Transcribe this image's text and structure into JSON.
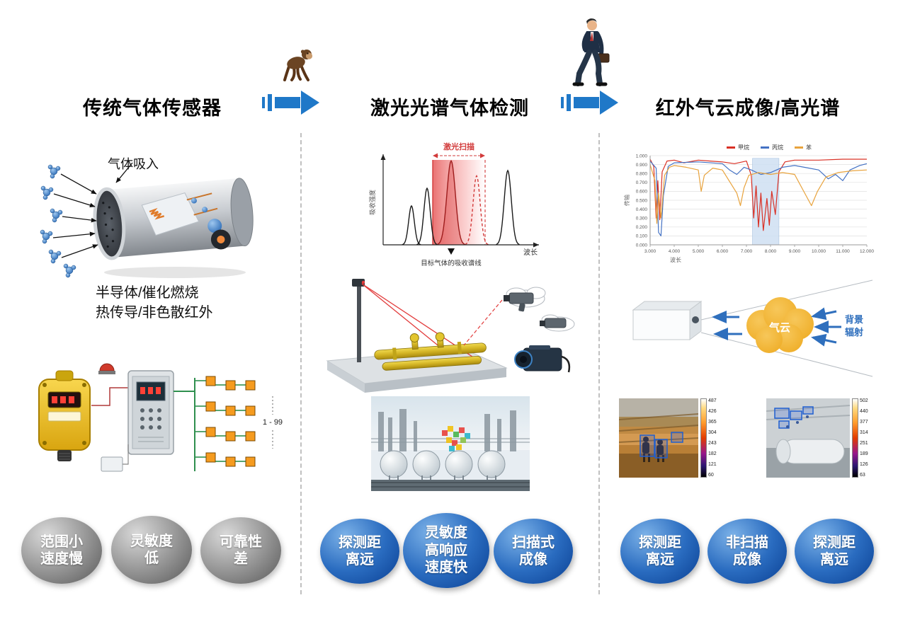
{
  "titles": {
    "col1": "传统气体传感器",
    "col2": "激光光谱气体检测",
    "col3": "红外气云成像/高光谱"
  },
  "col1": {
    "intake_label": "气体吸入",
    "caption_line1": "半导体/催化燃烧",
    "caption_line2": "热传导/非色散红外",
    "network_range": "1 - 99",
    "bubbles": [
      {
        "lines": [
          "范围小",
          "速度慢"
        ]
      },
      {
        "lines": [
          "灵敏度",
          "低"
        ]
      },
      {
        "lines": [
          "可靠性",
          "差"
        ]
      }
    ]
  },
  "col2": {
    "bubbles": [
      {
        "lines": [
          "探测距",
          "离远"
        ]
      },
      {
        "lines": [
          "灵敏度",
          "高响应",
          "速度快"
        ]
      },
      {
        "lines": [
          "扫描式",
          "成像"
        ]
      }
    ]
  },
  "col3": {
    "cloud_label": "气云",
    "radiation_label_line1": "背景",
    "radiation_label_line2": "辐射",
    "thermal_left_ticks": [
      "487",
      "426",
      "365",
      "304",
      "243",
      "182",
      "121",
      "60"
    ],
    "thermal_right_ticks": [
      "502",
      "440",
      "377",
      "314",
      "251",
      "189",
      "126",
      "63"
    ],
    "bubbles": [
      {
        "lines": [
          "探测距",
          "离远"
        ]
      },
      {
        "lines": [
          "非扫描",
          "成像"
        ]
      },
      {
        "lines": [
          "探测距",
          "离远"
        ]
      }
    ]
  },
  "chart_data": [
    {
      "id": "laser-absorption-spectrum",
      "type": "line",
      "xlabel": "波长",
      "ylabel": "吸收强度",
      "scan_label": "激光扫描",
      "marker_label": "目标气体的吸收谱线",
      "scan_band": {
        "x1": 0.3,
        "x2": 0.53,
        "fade_to": 0.67
      },
      "marker_x": 0.43,
      "peaks": [
        {
          "x": 0.15,
          "height": 0.44,
          "width": 0.02,
          "color": "#1a1a1a",
          "dashed": false,
          "filled": false
        },
        {
          "x": 0.26,
          "height": 0.64,
          "width": 0.022,
          "color": "#1a1a1a",
          "dashed": false,
          "filled": false
        },
        {
          "x": 0.43,
          "height": 0.95,
          "width": 0.03,
          "color": "#9e1c1c",
          "dashed": false,
          "filled": true
        },
        {
          "x": 0.61,
          "height": 0.78,
          "width": 0.025,
          "color": "#d23b3b",
          "dashed": true,
          "filled": false
        },
        {
          "x": 0.83,
          "height": 0.84,
          "width": 0.025,
          "color": "#1a1a1a",
          "dashed": false,
          "filled": false
        }
      ]
    },
    {
      "id": "infrared-transmission-spectra",
      "type": "line",
      "xlabel": "波长",
      "ylabel": "传输",
      "ylim": [
        0,
        1
      ],
      "x_ticks": [
        "3.000",
        "4.000",
        "5.000",
        "6.000",
        "7.000",
        "8.000",
        "9.000",
        "10.000",
        "11.000",
        "12.000"
      ],
      "y_ticks": [
        "0.000",
        "0.100",
        "0.200",
        "0.300",
        "0.400",
        "0.500",
        "0.600",
        "0.700",
        "0.800",
        "0.900",
        "1.000"
      ],
      "band": {
        "x1": 7.25,
        "x2": 8.35,
        "color": "#cfe0f3"
      },
      "legend": [
        {
          "label": "甲烷",
          "color": "#d93025"
        },
        {
          "label": "丙烷",
          "color": "#4472c4"
        },
        {
          "label": "苯",
          "color": "#e8a33d"
        }
      ],
      "series": [
        {
          "name": "甲烷",
          "color": "#d93025",
          "points": [
            [
              3,
              0.96
            ],
            [
              3.15,
              0.88
            ],
            [
              3.25,
              0.3
            ],
            [
              3.32,
              0.72
            ],
            [
              3.4,
              0.28
            ],
            [
              3.5,
              0.82
            ],
            [
              3.7,
              0.94
            ],
            [
              4,
              0.95
            ],
            [
              4.4,
              0.92
            ],
            [
              5,
              0.95
            ],
            [
              5.5,
              0.94
            ],
            [
              6,
              0.93
            ],
            [
              6.5,
              0.91
            ],
            [
              7,
              0.94
            ],
            [
              7.2,
              0.78
            ],
            [
              7.3,
              0.3
            ],
            [
              7.4,
              0.66
            ],
            [
              7.5,
              0.2
            ],
            [
              7.6,
              0.58
            ],
            [
              7.7,
              0.16
            ],
            [
              7.85,
              0.52
            ],
            [
              7.95,
              0.22
            ],
            [
              8.05,
              0.6
            ],
            [
              8.2,
              0.34
            ],
            [
              8.35,
              0.82
            ],
            [
              8.6,
              0.93
            ],
            [
              9,
              0.95
            ],
            [
              10,
              0.95
            ],
            [
              11,
              0.96
            ],
            [
              12,
              0.96
            ]
          ]
        },
        {
          "name": "丙烷",
          "color": "#4472c4",
          "points": [
            [
              3,
              0.94
            ],
            [
              3.25,
              0.86
            ],
            [
              3.35,
              0.14
            ],
            [
              3.45,
              0.1
            ],
            [
              3.55,
              0.55
            ],
            [
              3.75,
              0.88
            ],
            [
              4,
              0.92
            ],
            [
              5,
              0.93
            ],
            [
              6,
              0.91
            ],
            [
              6.3,
              0.84
            ],
            [
              6.6,
              0.79
            ],
            [
              6.9,
              0.87
            ],
            [
              7.2,
              0.84
            ],
            [
              7.6,
              0.79
            ],
            [
              8,
              0.81
            ],
            [
              8.5,
              0.87
            ],
            [
              9,
              0.89
            ],
            [
              9.6,
              0.86
            ],
            [
              10,
              0.84
            ],
            [
              10.4,
              0.74
            ],
            [
              10.7,
              0.79
            ],
            [
              11,
              0.72
            ],
            [
              11.3,
              0.84
            ],
            [
              11.7,
              0.89
            ],
            [
              12,
              0.91
            ]
          ]
        },
        {
          "name": "苯",
          "color": "#e8a33d",
          "points": [
            [
              3,
              0.9
            ],
            [
              3.2,
              0.72
            ],
            [
              3.28,
              0.24
            ],
            [
              3.35,
              0.58
            ],
            [
              3.45,
              0.3
            ],
            [
              3.6,
              0.78
            ],
            [
              3.8,
              0.87
            ],
            [
              4,
              0.89
            ],
            [
              4.5,
              0.87
            ],
            [
              5,
              0.84
            ],
            [
              5.12,
              0.6
            ],
            [
              5.25,
              0.78
            ],
            [
              5.6,
              0.86
            ],
            [
              6,
              0.84
            ],
            [
              6.6,
              0.58
            ],
            [
              6.75,
              0.44
            ],
            [
              6.9,
              0.64
            ],
            [
              7.1,
              0.78
            ],
            [
              7.5,
              0.81
            ],
            [
              8,
              0.79
            ],
            [
              8.5,
              0.81
            ],
            [
              9,
              0.79
            ],
            [
              9.5,
              0.54
            ],
            [
              9.7,
              0.44
            ],
            [
              9.95,
              0.6
            ],
            [
              10.3,
              0.76
            ],
            [
              10.8,
              0.81
            ],
            [
              11.4,
              0.83
            ],
            [
              12,
              0.84
            ]
          ]
        }
      ]
    }
  ]
}
